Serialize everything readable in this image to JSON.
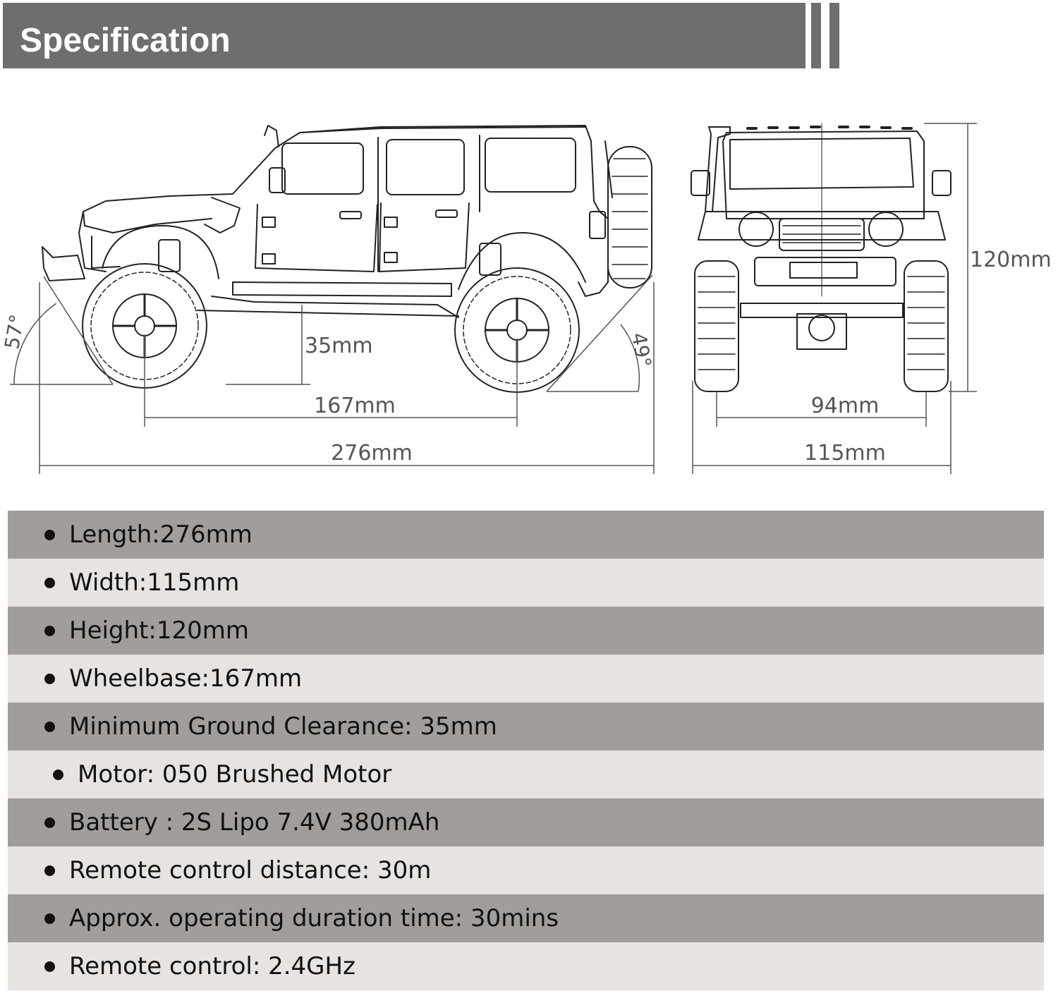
{
  "header": {
    "title": "Specification"
  },
  "colors": {
    "header_bar": "#6e6e6e",
    "row_dark": "#a19d9a",
    "row_light": "#e6e3e1",
    "line_art": "#222222",
    "dimension": "#555555"
  },
  "side_view": {
    "approach_angle": "57°",
    "departure_angle": "49°",
    "ground_clearance": "35mm",
    "wheelbase": "167mm",
    "length": "276mm"
  },
  "front_view": {
    "height": "120mm",
    "track_width": "94mm",
    "width": "115mm"
  },
  "specs": [
    {
      "text": "Length:276mm"
    },
    {
      "text": "Width:115mm"
    },
    {
      "text": "Height:120mm"
    },
    {
      "text": "Wheelbase:167mm"
    },
    {
      "text": "Minimum Ground Clearance: 35mm"
    },
    {
      "text": "Motor: 050 Brushed Motor"
    },
    {
      "text": "Battery : 2S Lipo 7.4V 380mAh"
    },
    {
      "text": "Remote control distance: 30m"
    },
    {
      "text": "Approx. operating duration time: 30mins"
    },
    {
      "text": "Remote control: 2.4GHz"
    }
  ]
}
